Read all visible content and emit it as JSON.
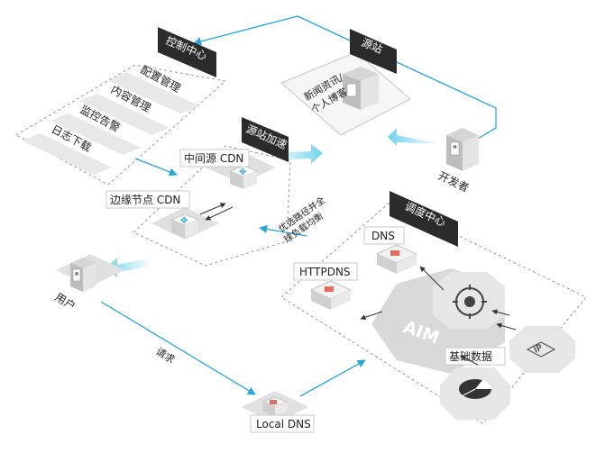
{
  "control_center": {
    "title": "控制中心",
    "items": [
      "配置管理",
      "内容管理",
      "监控告警",
      "日志下载"
    ]
  },
  "origin": {
    "title": "源站",
    "content": "新闻资讯/\n个人博客"
  },
  "developer": {
    "label": "开发者"
  },
  "acceleration": {
    "title": "源站加速",
    "mid_cdn": "中间源 CDN",
    "edge_cdn": "边缘节点 CDN"
  },
  "dispatch": {
    "title": "调度中心",
    "dns": "DNS",
    "httpdns": "HTTPDNS",
    "aim": "AIM",
    "base_data": "基础数据",
    "ip": "IP",
    "optimal_route": "优选路径并全\n球负载均衡"
  },
  "user": {
    "label": "用户"
  },
  "request": {
    "label": "请求"
  },
  "local_dns": {
    "label": "Local DNS"
  },
  "colors": {
    "flow_line": "#29a6dd",
    "arrow_gradient": "#6fd3ec",
    "header_bg": "#2b2b2b",
    "hex_bg": "#dedede",
    "box_stroke": "#c8c8c8"
  }
}
